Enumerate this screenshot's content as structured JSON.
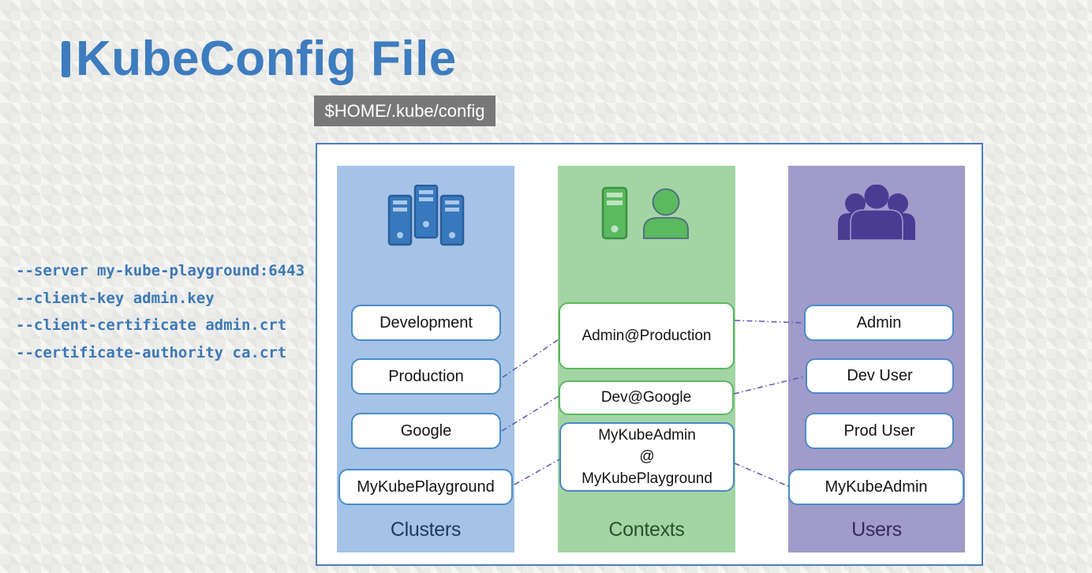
{
  "slide": {
    "title": "KubeConfig File",
    "badge": "$HOME/.kube/config"
  },
  "cli": {
    "lines": [
      "--server my-kube-playground:6443",
      "--client-key admin.key",
      "--client-certificate admin.crt",
      "--certificate-authority ca.crt"
    ]
  },
  "diagram": {
    "clusters": {
      "label": "Clusters",
      "icon": "server-rack-icon",
      "items": [
        "Development",
        "Production",
        "Google",
        "MyKubePlayground"
      ]
    },
    "contexts": {
      "label": "Contexts",
      "icon": "server-user-icon",
      "items": [
        "Admin@Production",
        "Dev@Google"
      ],
      "multiline_item": {
        "line1": "MyKubeAdmin",
        "line2": "@",
        "line3": "MyKubePlayground"
      }
    },
    "users": {
      "label": "Users",
      "icon": "people-group-icon",
      "items": [
        "Admin",
        "Dev User",
        "Prod User",
        "MyKubeAdmin"
      ]
    },
    "connections": [
      {
        "from": "Production",
        "to": "Admin@Production"
      },
      {
        "from": "Google",
        "to": "Dev@Google"
      },
      {
        "from": "MyKubePlayground",
        "to": "MyKubeAdmin @ MyKubePlayground"
      },
      {
        "from": "Admin@Production",
        "to": "Admin"
      },
      {
        "from": "Dev@Google",
        "to": "Dev User"
      },
      {
        "from": "MyKubeAdmin @ MyKubePlayground",
        "to": "MyKubeAdmin"
      }
    ]
  },
  "colors": {
    "title_accent": "#3d7cbf",
    "badge_bg": "#787878",
    "cli_text": "#3c79b6",
    "outer_border": "#4a7ebb",
    "clusters_bg": "#a4c3e6",
    "contexts_bg": "#a3d5a4",
    "users_bg": "#a19bc9",
    "cluster_item_border": "#4a8bc8",
    "context_item_border": "#5cb860",
    "highlight_item_border": "#4a86c8",
    "connection_line": "#5f55b5"
  }
}
